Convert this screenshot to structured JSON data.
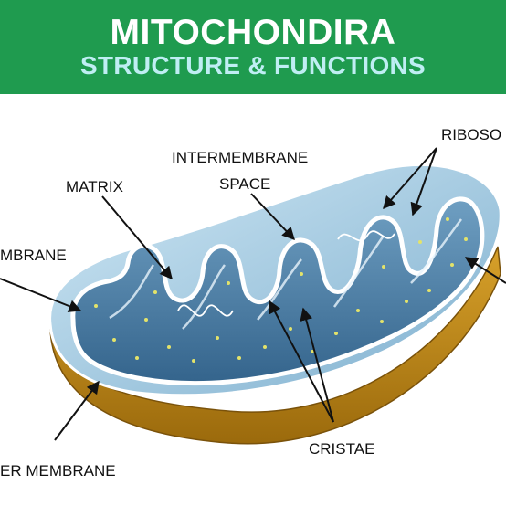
{
  "header": {
    "title": "MITOCHONDIRA",
    "subtitle": "STRUCTURE & FUNCTIONS"
  },
  "labels": {
    "intermembrane_line1": "INTERMEMBRANE",
    "intermembrane_line2": "SPACE",
    "matrix": "MATRIX",
    "ribosomes": "RIBOSO",
    "inner_membrane": "MBRANE",
    "cristae": "CRISTAE",
    "outer_membrane": "ER MEMBRANE"
  },
  "colors": {
    "banner": "#1f9b4f",
    "subtitle_text": "#bfeef3",
    "outer_shell": "#c58a16",
    "matrix": "#5b8fb6",
    "intermembrane": "#bfe0f2",
    "ribosome_dots": "#e3e36a"
  }
}
